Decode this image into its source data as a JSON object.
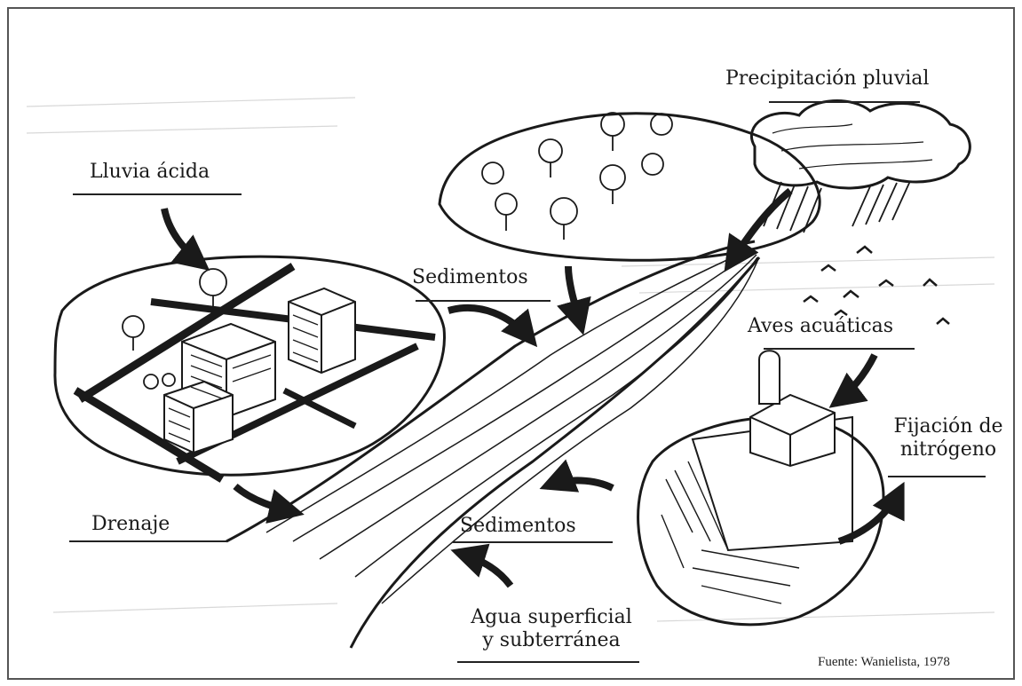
{
  "labels": {
    "acid_rain": "Lluvia ácida",
    "rainfall": "Precipitación pluvial",
    "sediments_top": "Sedimentos",
    "waterbirds": "Aves acuáticas",
    "nitrogen_1": "Fijación de",
    "nitrogen_2": "nitrógeno",
    "drainage": "Drenaje",
    "sediments_bottom": "Sedimentos",
    "water_1": "Agua superficial",
    "water_2": "y subterránea"
  },
  "source": "Fuente: Wanielista, 1978",
  "colors": {
    "ink": "#1a1a1a",
    "background": "#ffffff",
    "frame": "#555555"
  }
}
